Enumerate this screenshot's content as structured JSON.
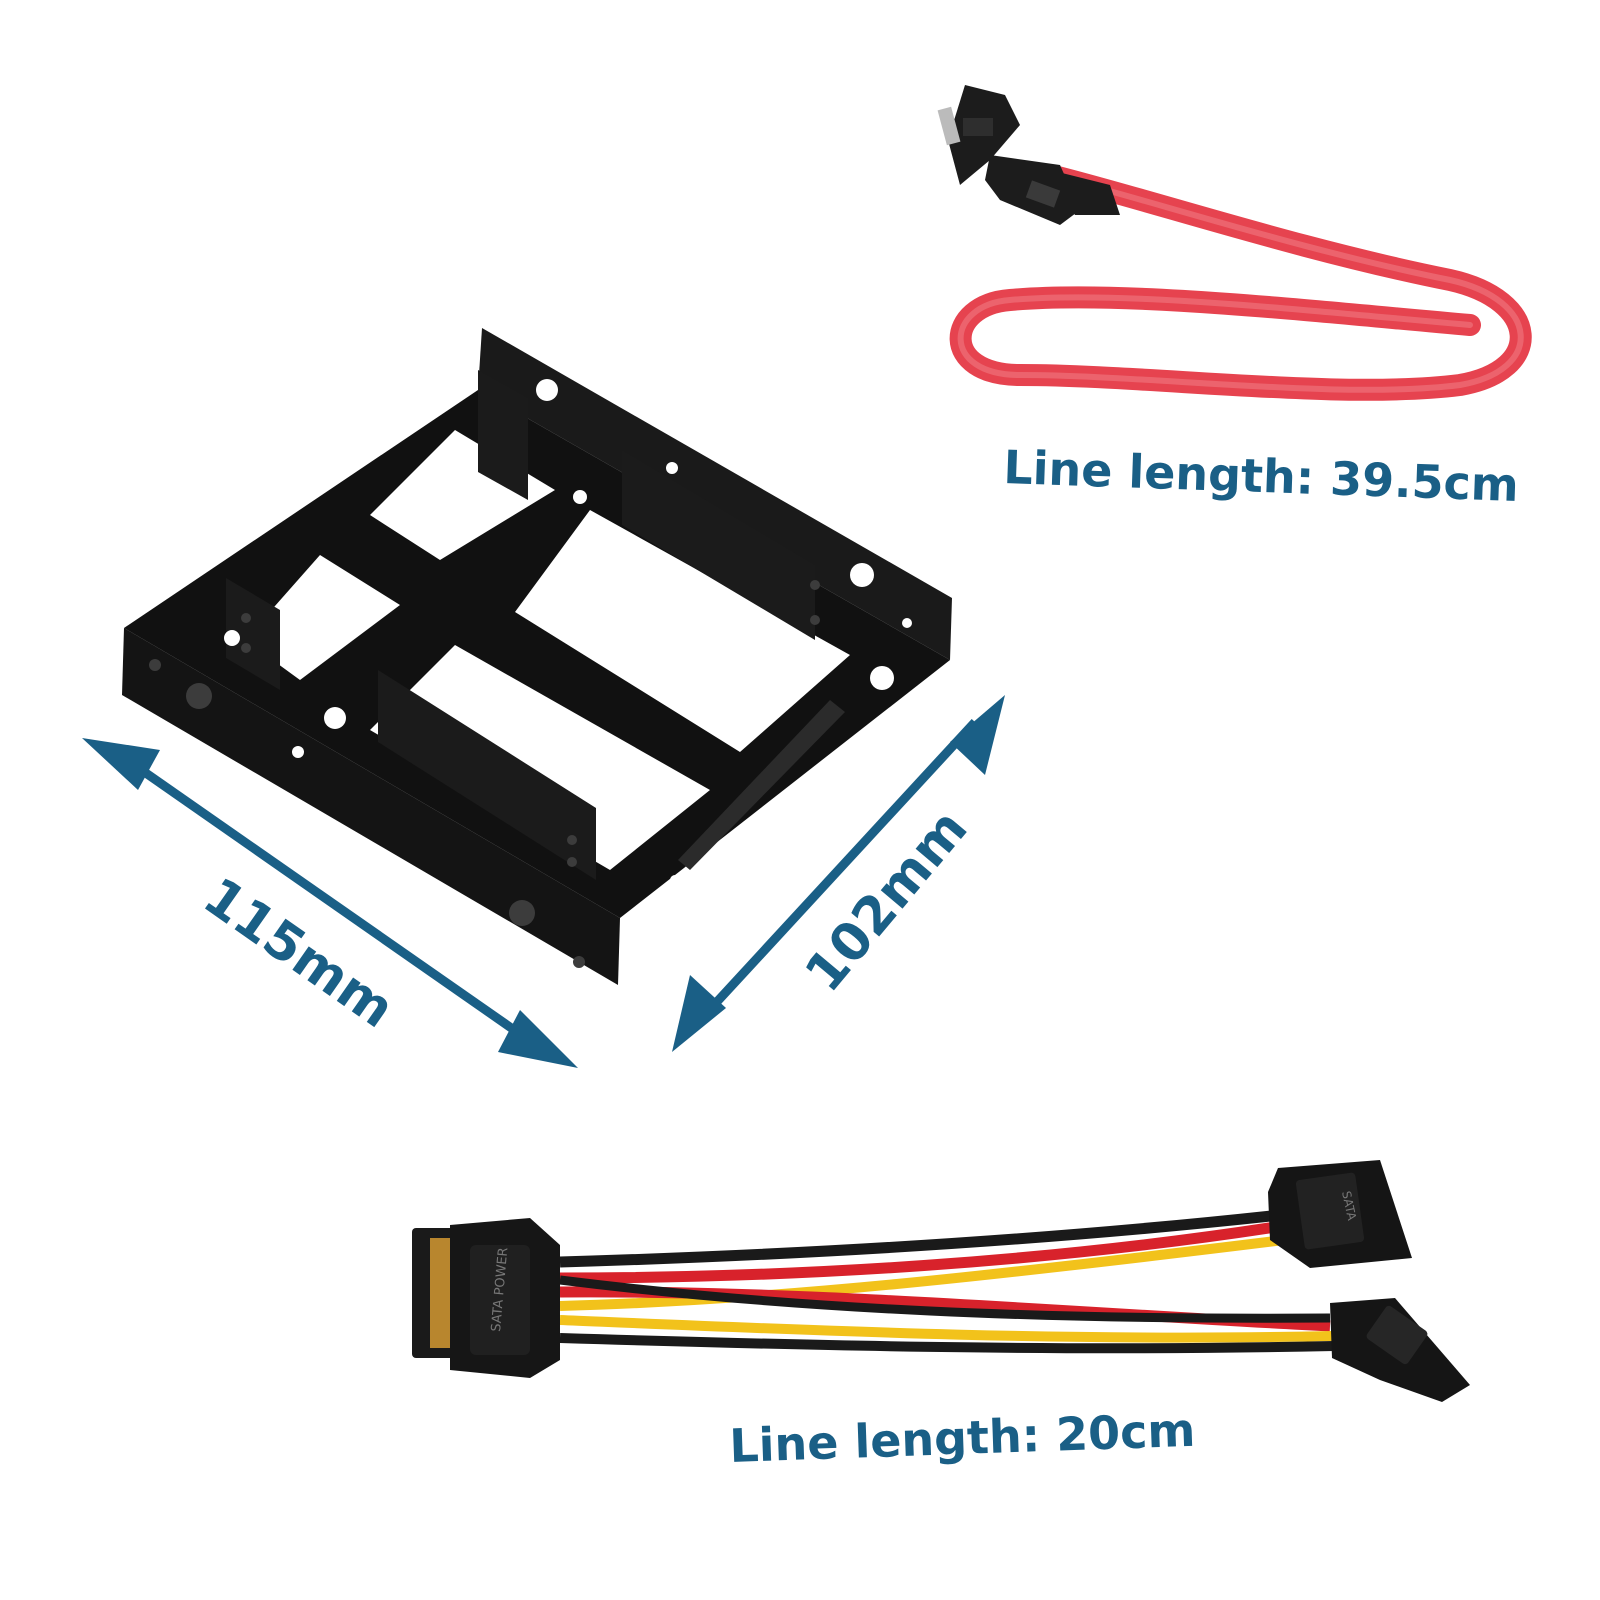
{
  "colors": {
    "accent": "#1a5f86",
    "bracket": "#151515",
    "sata_cable": "#e6434f",
    "wire_red": "#d8222b",
    "wire_yellow": "#f2c21b",
    "wire_black": "#1a1a1a"
  },
  "labels": {
    "sata_cable_length": "Line length: 39.5cm",
    "power_cable_length": "Line length: 20cm",
    "width_dimension": "115mm",
    "depth_dimension": "102mm"
  },
  "connector_prints": {
    "power_male": "SATA POWER",
    "power_female": "SATA"
  }
}
